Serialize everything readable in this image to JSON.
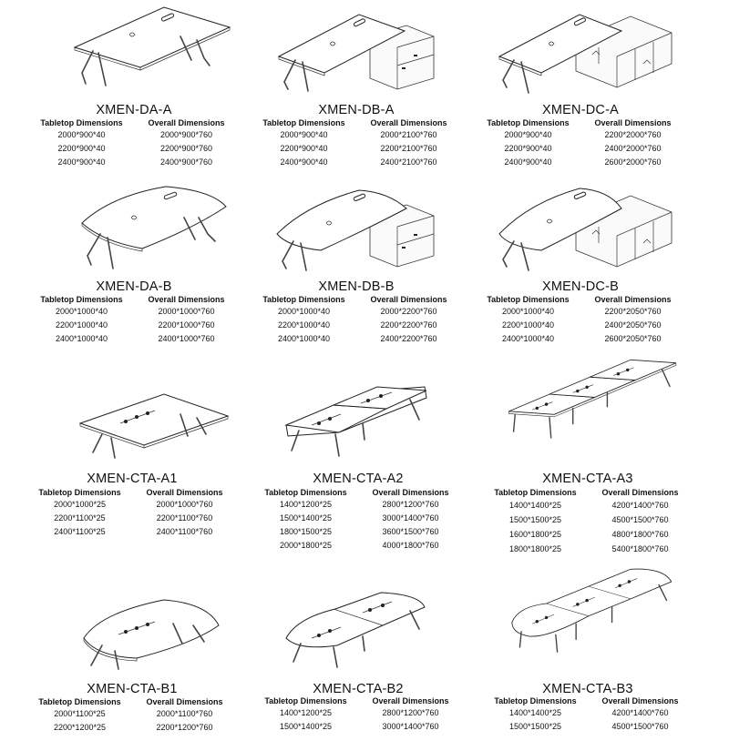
{
  "headers": {
    "tabletop": "Tabletop Dimensions",
    "overall": "Overall Dimensions"
  },
  "products": [
    {
      "model": "XMEN-DA-A",
      "rows": [
        [
          "2000*900*40",
          "2000*900*760"
        ],
        [
          "2200*900*40",
          "2200*900*760"
        ],
        [
          "2400*900*40",
          "2400*900*760"
        ]
      ]
    },
    {
      "model": "XMEN-DB-A",
      "rows": [
        [
          "2000*900*40",
          "2000*2100*760"
        ],
        [
          "2200*900*40",
          "2200*2100*760"
        ],
        [
          "2400*900*40",
          "2400*2100*760"
        ]
      ]
    },
    {
      "model": "XMEN-DC-A",
      "rows": [
        [
          "2000*900*40",
          "2200*2000*760"
        ],
        [
          "2200*900*40",
          "2400*2000*760"
        ],
        [
          "2400*900*40",
          "2600*2000*760"
        ]
      ]
    },
    {
      "model": "XMEN-DA-B",
      "rows": [
        [
          "2000*1000*40",
          "2000*1000*760"
        ],
        [
          "2200*1000*40",
          "2200*1000*760"
        ],
        [
          "2400*1000*40",
          "2400*1000*760"
        ]
      ]
    },
    {
      "model": "XMEN-DB-B",
      "rows": [
        [
          "2000*1000*40",
          "2000*2200*760"
        ],
        [
          "2200*1000*40",
          "2200*2200*760"
        ],
        [
          "2400*1000*40",
          "2400*2200*760"
        ]
      ]
    },
    {
      "model": "XMEN-DC-B",
      "rows": [
        [
          "2000*1000*40",
          "2200*2050*760"
        ],
        [
          "2200*1000*40",
          "2400*2050*760"
        ],
        [
          "2400*1000*40",
          "2600*2050*760"
        ]
      ]
    },
    {
      "model": "XMEN-CTA-A1",
      "rows": [
        [
          "2000*1000*25",
          "2000*1000*760"
        ],
        [
          "2200*1100*25",
          "2200*1100*760"
        ],
        [
          "2400*1100*25",
          "2400*1100*760"
        ]
      ]
    },
    {
      "model": "XMEN-CTA-A2",
      "rows": [
        [
          "1400*1200*25",
          "2800*1200*760"
        ],
        [
          "1500*1400*25",
          "3000*1400*760"
        ],
        [
          "1800*1500*25",
          "3600*1500*760"
        ],
        [
          "2000*1800*25",
          "4000*1800*760"
        ]
      ]
    },
    {
      "model": "XMEN-CTA-A3",
      "rows": [
        [
          "1400*1400*25",
          "4200*1400*760"
        ],
        [
          "1500*1500*25",
          "4500*1500*760"
        ],
        [
          "1600*1800*25",
          "4800*1800*760"
        ],
        [
          "1800*1800*25",
          "5400*1800*760"
        ]
      ]
    },
    {
      "model": "XMEN-CTA-B1",
      "rows": [
        [
          "2000*1100*25",
          "2000*1100*760"
        ],
        [
          "2200*1200*25",
          "2200*1200*760"
        ]
      ]
    },
    {
      "model": "XMEN-CTA-B2",
      "rows": [
        [
          "1400*1200*25",
          "2800*1200*760"
        ],
        [
          "1500*1400*25",
          "3000*1400*760"
        ]
      ]
    },
    {
      "model": "XMEN-CTA-B3",
      "rows": [
        [
          "1400*1400*25",
          "4200*1400*760"
        ],
        [
          "1500*1500*25",
          "4500*1500*760"
        ]
      ]
    }
  ]
}
